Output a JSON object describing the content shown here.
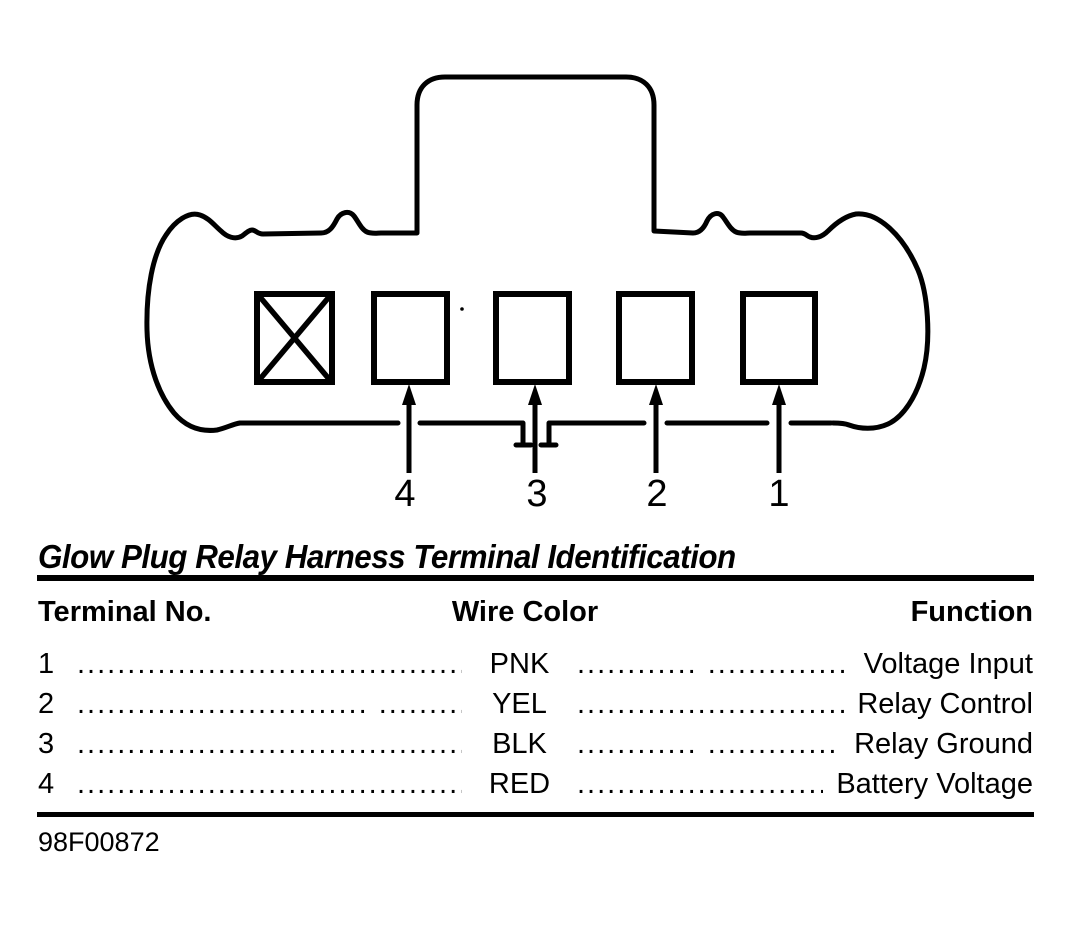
{
  "colors": {
    "ink": "#000000",
    "paper": "#ffffff"
  },
  "diagram": {
    "pin_labels": [
      "4",
      "3",
      "2",
      "1"
    ]
  },
  "title": "Glow Plug Relay Harness Terminal Identification",
  "table": {
    "headers": {
      "terminal": "Terminal No.",
      "wire": "Wire Color",
      "function": "Function"
    },
    "rows": [
      {
        "terminal": "1",
        "lead1": "............................................",
        "wire": "PNK",
        "lead2": "............ ..............................",
        "function": "Voltage Input"
      },
      {
        "terminal": "2",
        "lead1": "............................. ............",
        "wire": "YEL",
        "lead2": "..........................................",
        "function": "Relay Control"
      },
      {
        "terminal": "3",
        "lead1": "............................................",
        "wire": "BLK",
        "lead2": "............ ..............................",
        "function": "Relay Ground"
      },
      {
        "terminal": "4",
        "lead1": "............................................",
        "wire": "RED",
        "lead2": "..........................................",
        "function": "Battery Voltage"
      }
    ]
  },
  "footer": {
    "code": "98F00872"
  }
}
